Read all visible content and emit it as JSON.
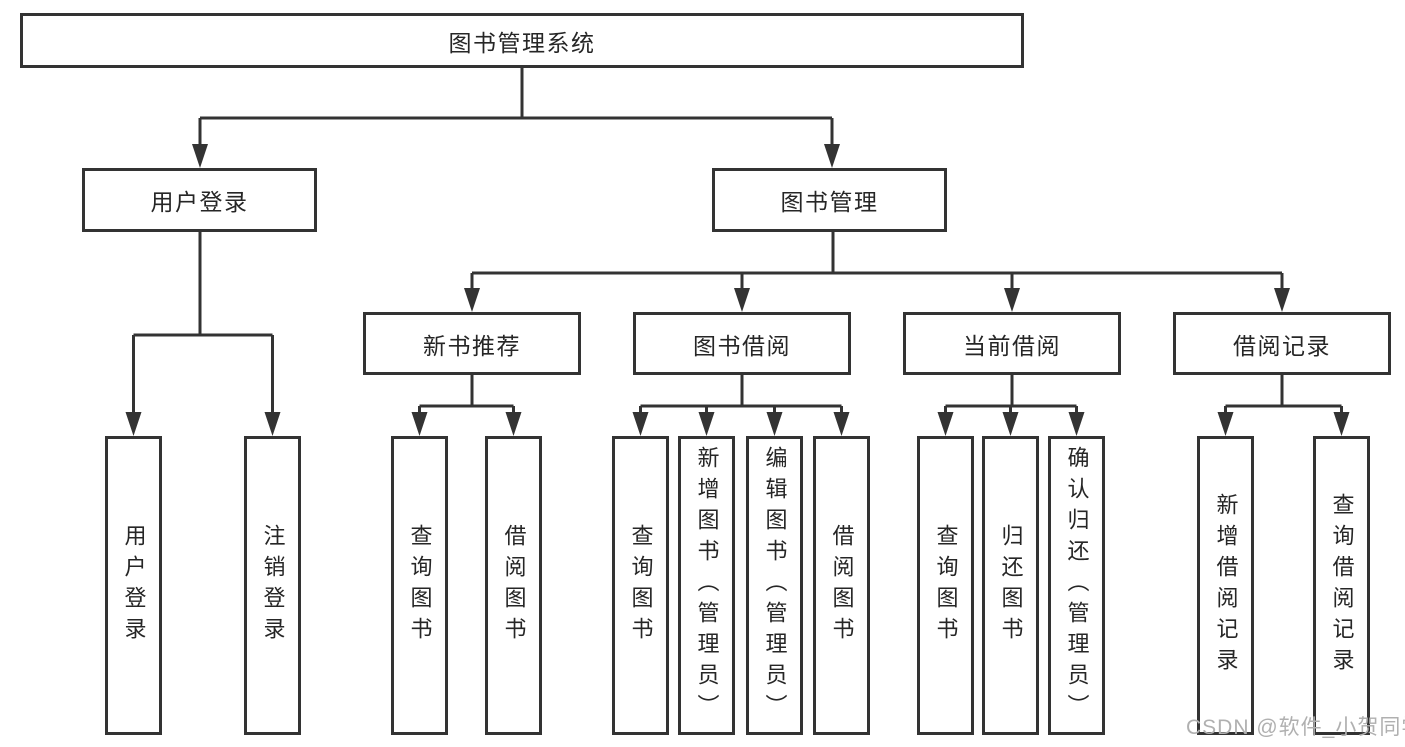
{
  "diagram_title": "图书管理系统",
  "tree": {
    "label": "图书管理系统",
    "children": [
      {
        "label": "用户登录",
        "children": [
          {
            "label": "用户登录"
          },
          {
            "label": "注销登录"
          }
        ]
      },
      {
        "label": "图书管理",
        "children": [
          {
            "label": "新书推荐",
            "children": [
              {
                "label": "查询图书"
              },
              {
                "label": "借阅图书"
              }
            ]
          },
          {
            "label": "图书借阅",
            "children": [
              {
                "label": "查询图书"
              },
              {
                "label": "新增图书（管理员）"
              },
              {
                "label": "编辑图书（管理员）"
              },
              {
                "label": "借阅图书"
              }
            ]
          },
          {
            "label": "当前借阅",
            "children": [
              {
                "label": "查询图书"
              },
              {
                "label": "归还图书"
              },
              {
                "label": "确认归还（管理员）"
              }
            ]
          },
          {
            "label": "借阅记录",
            "children": [
              {
                "label": "新增借阅记录"
              },
              {
                "label": "查询借阅记录"
              }
            ]
          }
        ]
      }
    ]
  },
  "watermark": {
    "text": "CSDN @软件_小贺同学"
  },
  "colors": {
    "line": "#333333",
    "text": "#262626",
    "watermark": "#b0b0b0",
    "background": "#ffffff"
  }
}
